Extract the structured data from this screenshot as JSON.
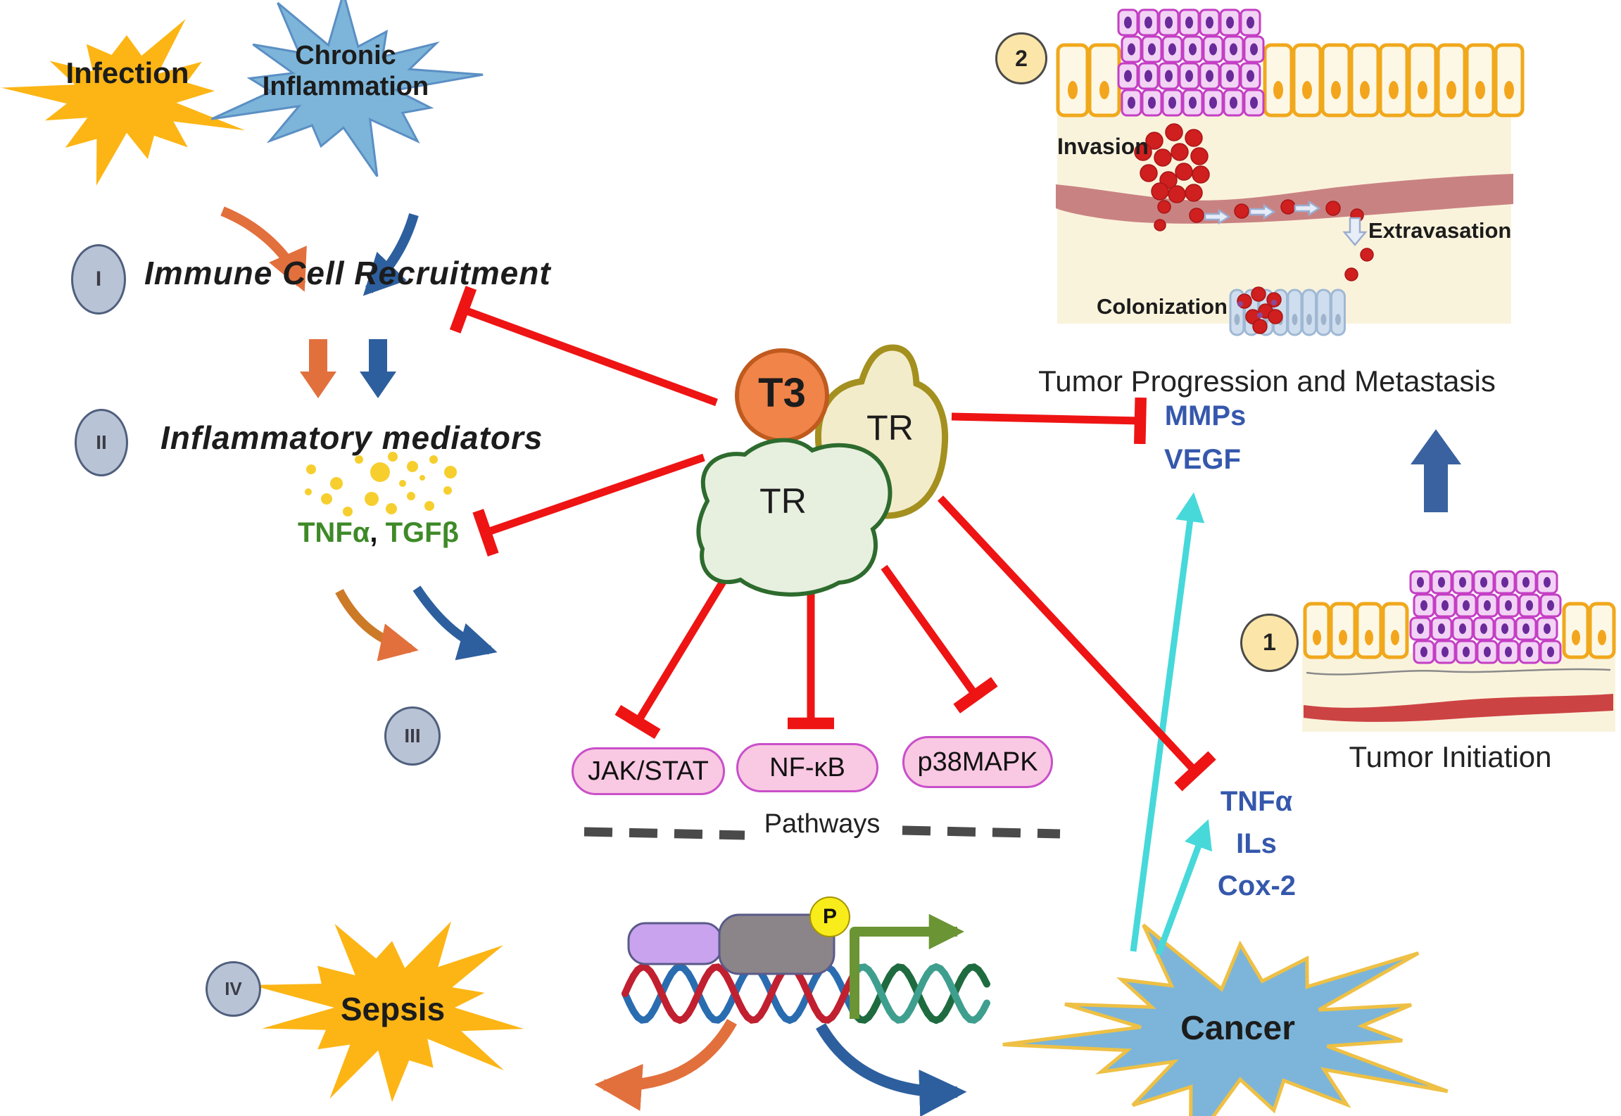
{
  "colors": {
    "red": "#ee1414",
    "cyan": "#47d8da",
    "greenText": "#3e8a28",
    "blueText": "#3558ac",
    "starYellow": "#fcb515",
    "starBlue": "#7cb5d9",
    "cancerBorder": "#eec045",
    "orangeArrow": "#e2703d",
    "blueArrow": "#2d5f9e",
    "pillFill": "#f9c8e2",
    "pillBorder": "#c94fc9",
    "t3Fill": "#f08449",
    "t3Border": "#c05a1e",
    "tr1Fill": "#f3eccb",
    "tr1Border": "#a3901f",
    "tr2Fill": "#e7f0df",
    "tr2Border": "#2e6b2e",
    "romanFill": "#b9c3d6",
    "romanBorder": "#4f5f7d",
    "numFill": "#fbe5a8",
    "greenArrow": "#6b9434",
    "dnaBlue": "#2a6cb0",
    "dnaRed": "#c02030",
    "dnaGreen": "#1f6b40",
    "dnaTeal": "#3f9f8e",
    "dotYellow": "#f6cf2f",
    "cream": "#faf3dc",
    "vessel": "#c98282",
    "redCell": "#cf1f1f",
    "cellYellowBorder": "#f0a81c"
  },
  "top_left": {
    "infection": "Infection",
    "chronic_inflammation": "Chronic Inflammation"
  },
  "stages": {
    "i": {
      "num": "I",
      "label": "Immune Cell Recruitment"
    },
    "ii": {
      "num": "II",
      "label": "Inflammatory mediators"
    },
    "iii": {
      "num": "III"
    },
    "iv": {
      "num": "IV",
      "label": "Sepsis"
    }
  },
  "mediators": {
    "tnfa": "TNFα",
    "sep": ",",
    "tgfb": "TGFβ"
  },
  "complex": {
    "ligand": "T3",
    "receptor1": "TR",
    "receptor2": "TR"
  },
  "pathways": {
    "pills": [
      "JAK/STAT",
      "NF-κB",
      "p38MAPK"
    ],
    "label": "Pathways"
  },
  "transcription": {
    "phospho": "P"
  },
  "cancer": {
    "label": "Cancer",
    "factors": [
      "TNFα",
      "ILs",
      "Cox-2"
    ],
    "up_factors": [
      "MMPs",
      "VEGF"
    ]
  },
  "progression": {
    "step": "2",
    "invasion": "Invasion",
    "extravasation": "Extravasation",
    "colonization": "Colonization",
    "caption": "Tumor Progression and Metastasis"
  },
  "initiation": {
    "step": "1",
    "caption": "Tumor Initiation"
  }
}
